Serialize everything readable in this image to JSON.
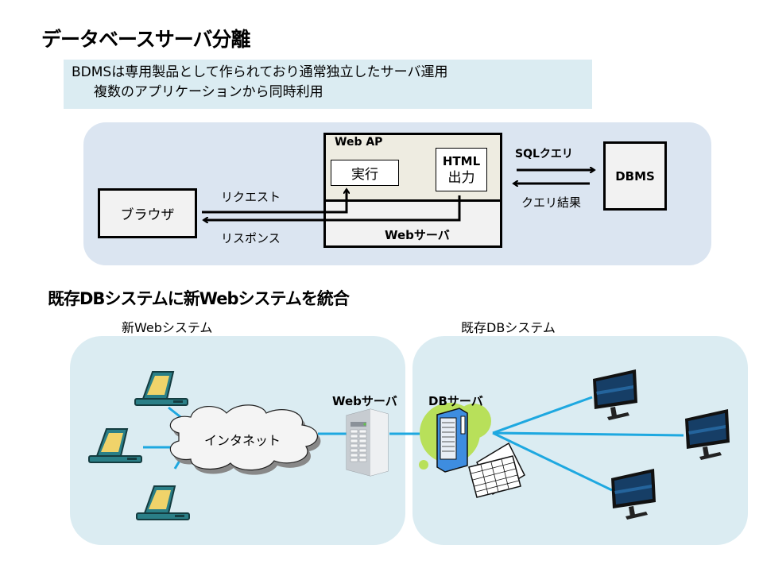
{
  "slide": {
    "title": "データベースサーバ分離",
    "note": {
      "line1": "BDMSは専用製品として作られており通常独立したサーバ運用",
      "line2": "複数のアプリケーションから同時利用"
    }
  },
  "architecture": {
    "browser_label": "ブラウザ",
    "request_label": "リクエスト",
    "response_label": "リスポンス",
    "webap_label": "Web AP",
    "execute_label": "実行",
    "html_output_line1": "HTML",
    "html_output_line2": "出力",
    "webserver_label": "Webサーバ",
    "sql_query_label": "SQLクエリ",
    "query_result_label": "クエリ結果",
    "dbms_label": "DBMS"
  },
  "integration": {
    "title": "既存DBシステムに新Webシステムを統合",
    "new_web_system_label": "新Webシステム",
    "existing_db_system_label": "既存DBシステム",
    "internet_label": "インタネット",
    "web_server_label": "Webサーバ",
    "db_server_label": "DBサーバ"
  },
  "colors": {
    "note_bg": "#dbecf2",
    "panel_bg": "#dbe5f1",
    "network_panel_bg": "#dbecf2",
    "link_line": "#1ea8e0",
    "laptop_body": "#2a7f87",
    "laptop_screen": "#f0d36a",
    "db_halo": "#b8e05a"
  }
}
